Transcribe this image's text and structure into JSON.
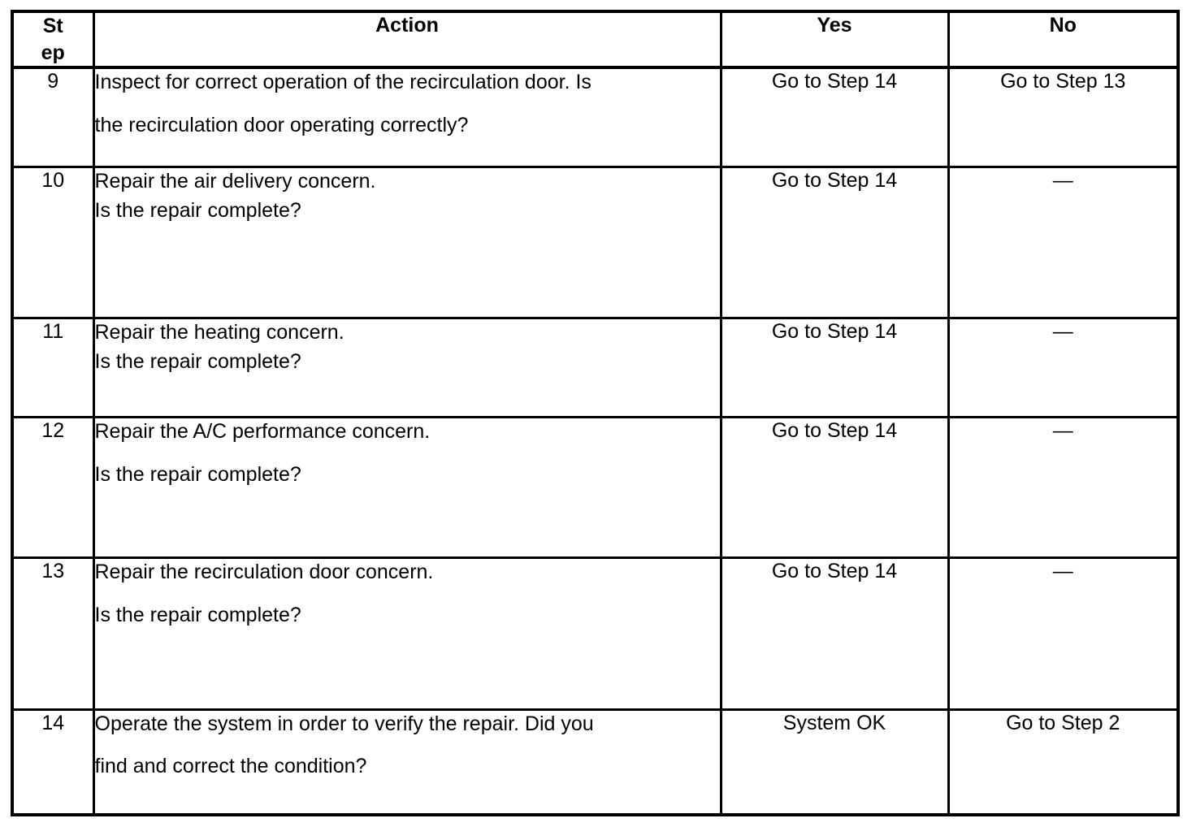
{
  "table": {
    "headers": {
      "step_line1": "St",
      "step_line2": "ep",
      "action": "Action",
      "yes": "Yes",
      "no": "No"
    },
    "rows": [
      {
        "step": "9",
        "action_line1": "Inspect for correct operation of the recirculation door. Is",
        "action_line2": "the recirculation door operating correctly?",
        "yes": "Go to Step 14",
        "no": "Go to Step 13"
      },
      {
        "step": "10",
        "action_line1": "Repair the air delivery concern.",
        "action_line2": "Is the repair complete?",
        "yes": "Go to Step 14",
        "no": "—"
      },
      {
        "step": "11",
        "action_line1": "Repair the heating concern.",
        "action_line2": "Is the repair complete?",
        "yes": "Go to Step 14",
        "no": "—"
      },
      {
        "step": "12",
        "action_line1": "Repair the A/C performance concern.",
        "action_line2": "Is the repair complete?",
        "yes": "Go to Step 14",
        "no": "—"
      },
      {
        "step": "13",
        "action_line1": "Repair the recirculation door concern.",
        "action_line2": "Is the repair complete?",
        "yes": "Go to Step 14",
        "no": "—"
      },
      {
        "step": "14",
        "action_line1": "Operate the system in order to verify the repair. Did you",
        "action_line2": "find and correct the condition?",
        "yes": "System OK",
        "no": "Go to Step 2"
      }
    ]
  },
  "style": {
    "border_color": "#000000",
    "text_color": "#000000",
    "background": "#ffffff"
  }
}
